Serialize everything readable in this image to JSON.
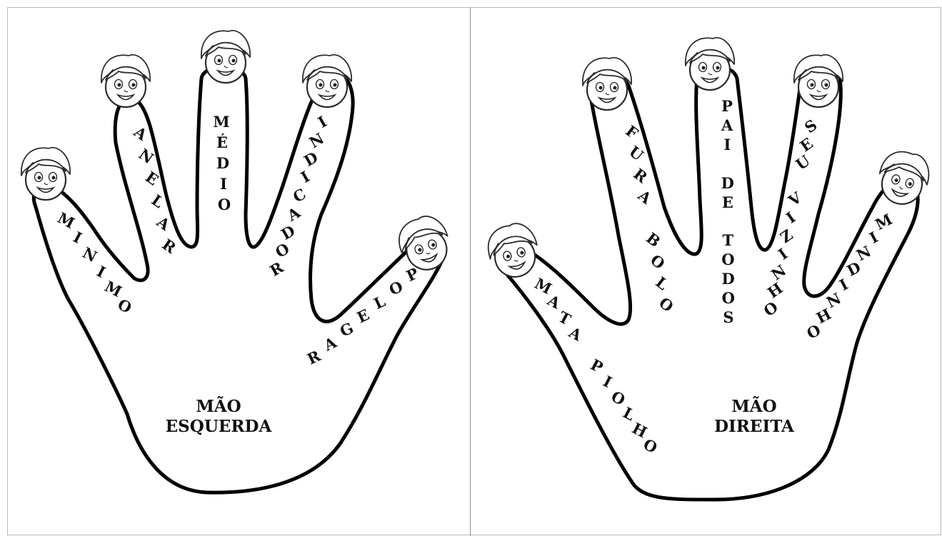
{
  "left_hand": {
    "title_line1": "MÃO",
    "title_line2": "ESQUERDA",
    "fingers": [
      "MINIMO",
      "ANELAR",
      "MÉDIO",
      "INDICADOR",
      "POLEGAR"
    ]
  },
  "right_hand": {
    "title_line1": "MÃO",
    "title_line2": "DIREITA",
    "fingers": [
      "MATA PIOLHO",
      "FURA BOLO",
      "PAI DE TODOS",
      "SEU VIZINHO",
      "MINDINHO"
    ]
  },
  "icons": [
    "child-face-icon"
  ]
}
